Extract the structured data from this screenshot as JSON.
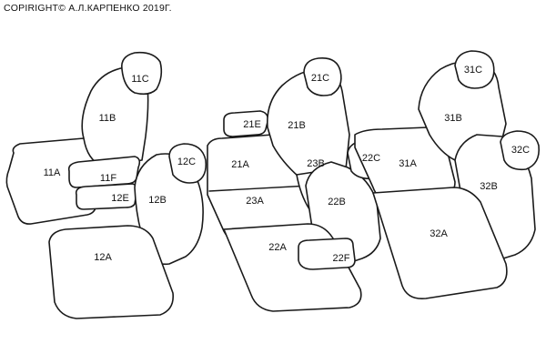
{
  "copyright": "COPIRIGHT© А.Л.КАРПЕНКО 2019Г.",
  "seat_group_1": {
    "headrest_11C": "11C",
    "backrest_11B": "11B",
    "seat_11A": "11A",
    "armrest_11F": "11F",
    "armrest_12E": "12E",
    "backrest_12B": "12B",
    "headrest_12C": "12C",
    "cushion_12A": "12A"
  },
  "seat_group_2": {
    "armrest_21E": "21E",
    "headrest_21C": "21C",
    "backrest_21B": "21B",
    "backrest_21A": "21A",
    "backrest_23B": "23B",
    "cushion_23A": "23A",
    "headrest_22C": "22C",
    "backrest_22B": "22B",
    "cushion_22A": "22A",
    "armrest_22F": "22F"
  },
  "seat_group_3": {
    "headrest_31C": "31C",
    "backrest_31B": "31B",
    "backrest_31A": "31A",
    "headrest_32C": "32C",
    "backrest_32B": "32B",
    "cushion_32A": "32A"
  }
}
